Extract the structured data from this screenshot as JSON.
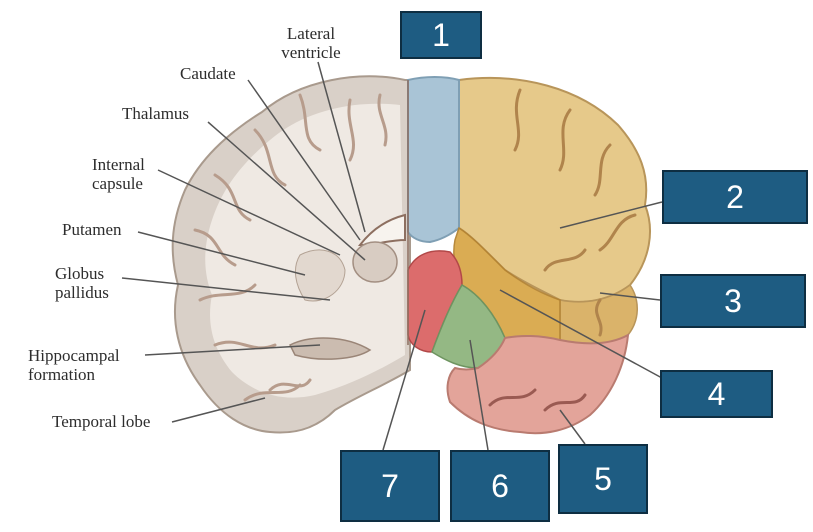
{
  "diagram": {
    "title": "Coronal brain section with numbered regions",
    "labels": {
      "lateral_ventricle": "Lateral\nventricle",
      "caudate": "Caudate",
      "thalamus": "Thalamus",
      "internal_capsule": "Internal\ncapsule",
      "putamen": "Putamen",
      "globus_pallidus": "Globus\npallidus",
      "hippocampal_formation": "Hippocampal\nformation",
      "temporal_lobe": "Temporal lobe"
    },
    "number_boxes": [
      "1",
      "2",
      "3",
      "4",
      "5",
      "6",
      "7"
    ],
    "colors": {
      "box_fill": "#1e5c82",
      "region_1": "#a9c4d6",
      "region_2": "#e6c98a",
      "region_3": "#dab36a",
      "region_4": "#d9a84a",
      "region_5": "#e3a49a",
      "region_6": "#94b884",
      "region_7": "#dc6c6c"
    }
  }
}
